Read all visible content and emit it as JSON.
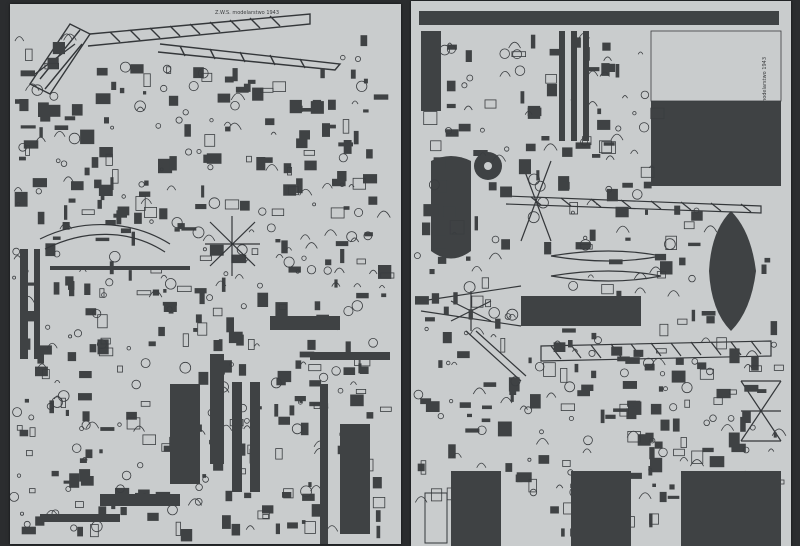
{
  "image": {
    "description_name": "photo-of-two-paper-model-sheets",
    "colors": {
      "background": "#2b2d2f",
      "paper": "#c9cccd",
      "part_fill": "#3f4244",
      "line": "#34373a"
    }
  },
  "left_sheet": {
    "caption": "Z.W.S. modelarstwo 1943"
  },
  "right_sheet": {
    "caption": "Z.W.S. modelarstwo 1943"
  }
}
